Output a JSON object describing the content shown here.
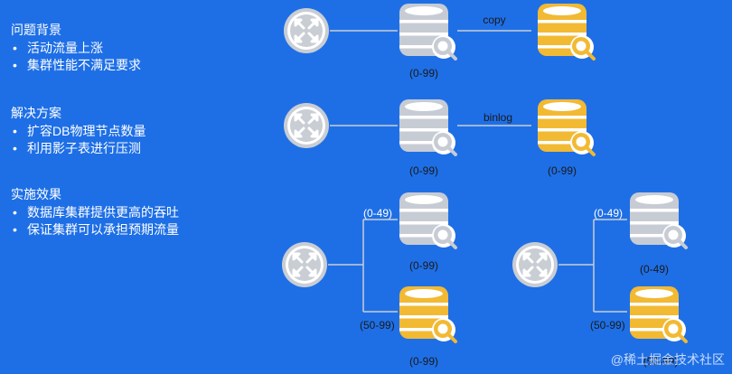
{
  "sections": [
    {
      "title": "问题背景",
      "bullets": [
        "活动流量上涨",
        "集群性能不满足要求"
      ]
    },
    {
      "title": "解决方案",
      "bullets": [
        "扩容DB物理节点数量",
        "利用影子表进行压测"
      ]
    },
    {
      "title": "实施效果",
      "bullets": [
        "数据库集群提供更高的吞吐",
        "保证集群可以承担预期流量"
      ]
    }
  ],
  "diagram": {
    "row1": {
      "edge_label": "copy",
      "range_label": "(0-99)"
    },
    "row2": {
      "edge_label": "binlog",
      "range_left": "(0-99)",
      "range_right": "(0-99)"
    },
    "row3_left": {
      "top_branch": "(0-49)",
      "top_range": "(0-99)",
      "bottom_branch": "(50-99)",
      "bottom_range": "(0-99)"
    },
    "row3_right": {
      "top_branch": "(0-49)",
      "top_range": "(0-49)",
      "bottom_branch": "(50-99)",
      "bottom_range": "(50-99)"
    }
  },
  "colors": {
    "background": "#1e6fe6",
    "db_gray": "#c7ccd4",
    "db_gold": "#f2b933",
    "router_gray": "#c9cdd4"
  },
  "watermark": "@稀土掘金技术社区"
}
